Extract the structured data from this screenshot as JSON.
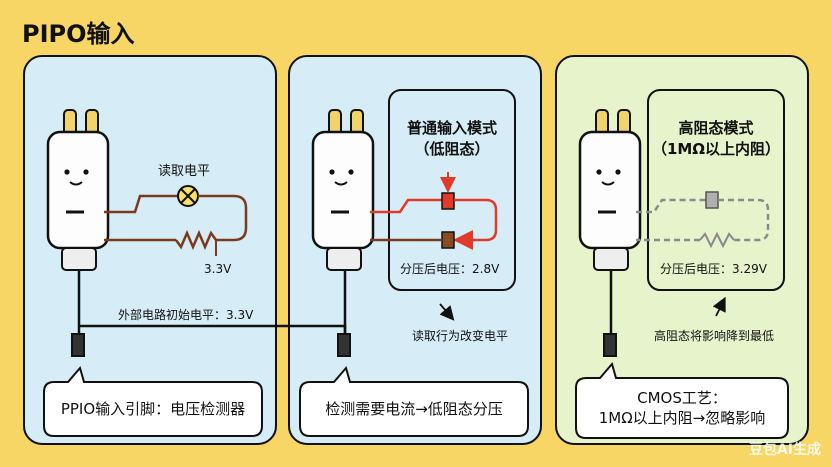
{
  "title": "PIPO输入",
  "panel1": {
    "read_level_label": "读取电平",
    "voltage_label": "3.3V",
    "bubble": "PPIO输入引脚：电压检测器"
  },
  "link_label": "外部电路初始电平：3.3V",
  "panel2": {
    "mode_title_line1": "普通输入模式",
    "mode_title_line2": "（低阻态）",
    "divided_label": "分压后电压：2.8V",
    "note": "读取行为改变电平",
    "bubble": "检测需要电流→低阻态分压"
  },
  "panel3": {
    "mode_title_line1": "高阻态模式",
    "mode_title_line2": "（1MΩ以上内阻）",
    "divided_label": "分压后电压：3.29V",
    "note": "高阻态将影响降到最低",
    "bubble_line1": "CMOS工艺：",
    "bubble_line2": "1MΩ以上内阻→忽略影响"
  },
  "watermark": "豆包AI生成",
  "colors": {
    "background": "#f8d665",
    "panel_blue": "#d6ecf6",
    "panel_green": "#e6f3cb",
    "wire_brown": "#7a3b1c",
    "wire_red": "#e23a2a",
    "wire_gray": "#8a8a8a"
  }
}
